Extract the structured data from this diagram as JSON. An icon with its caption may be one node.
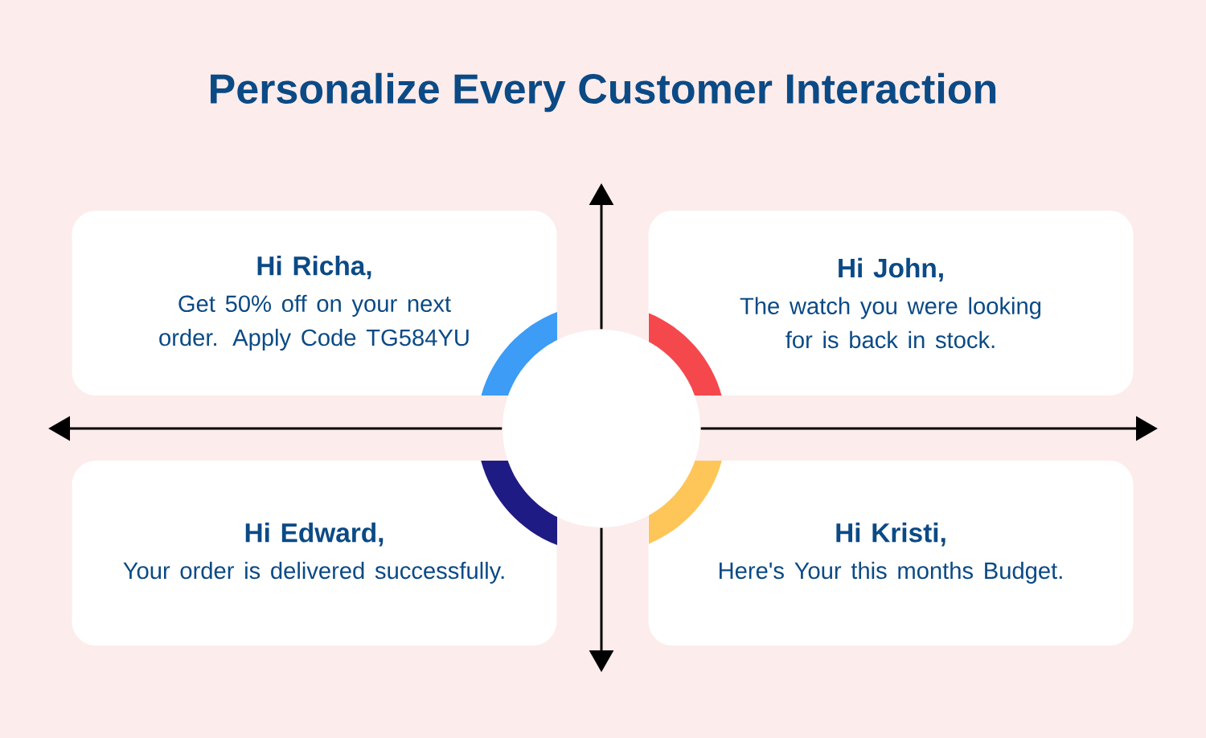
{
  "diagram": {
    "title": "Personalize Every Customer Interaction",
    "nodes": [
      {
        "text": [
          "Hi Richa,",
          "Get 50% off on your next order. Apply Code TG584YU"
        ]
      },
      {
        "text": [
          "Hi John,",
          "The watch you were looking for is back in stock."
        ]
      },
      {
        "text": [
          "Hi Edward,",
          "Your order is delivered successfully."
        ]
      },
      {
        "text": [
          "Hi Kristi,",
          "Here's Your this months Budget."
        ]
      },
      {
        "text": [],
        "shape": "circle"
      }
    ],
    "edges": [
      {
        "from": 4,
        "to": null,
        "arrow": "to"
      },
      {
        "from": 4,
        "to": null,
        "arrow": "to"
      },
      {
        "from": 4,
        "to": null,
        "arrow": "to"
      },
      {
        "from": 4,
        "to": null,
        "arrow": "to"
      }
    ]
  }
}
